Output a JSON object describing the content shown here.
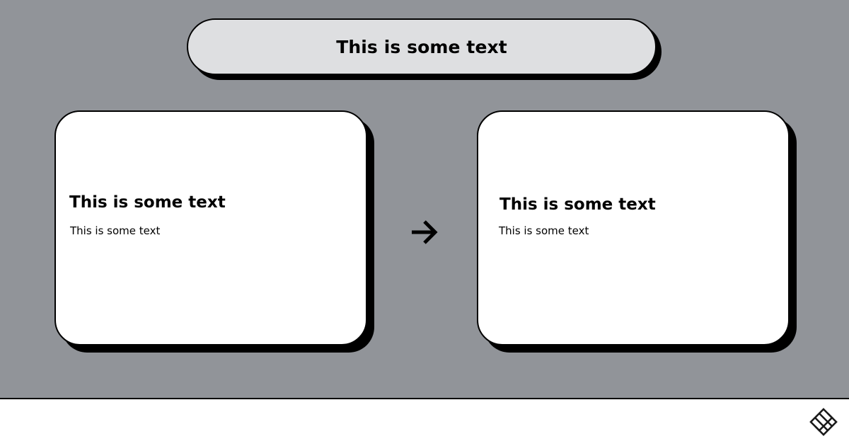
{
  "title": "This is some text",
  "cards": [
    {
      "heading": "This is some text",
      "body": "This is some text"
    },
    {
      "heading": "This is some text",
      "body": "This is some text"
    }
  ],
  "icons": {
    "connector": "arrow-right-icon",
    "brand": "logo-icon"
  },
  "colors": {
    "canvas": "#919499",
    "title_fill": "#dedfe1",
    "card_fill": "#ffffff",
    "outline": "#000000",
    "footer": "#ffffff"
  }
}
